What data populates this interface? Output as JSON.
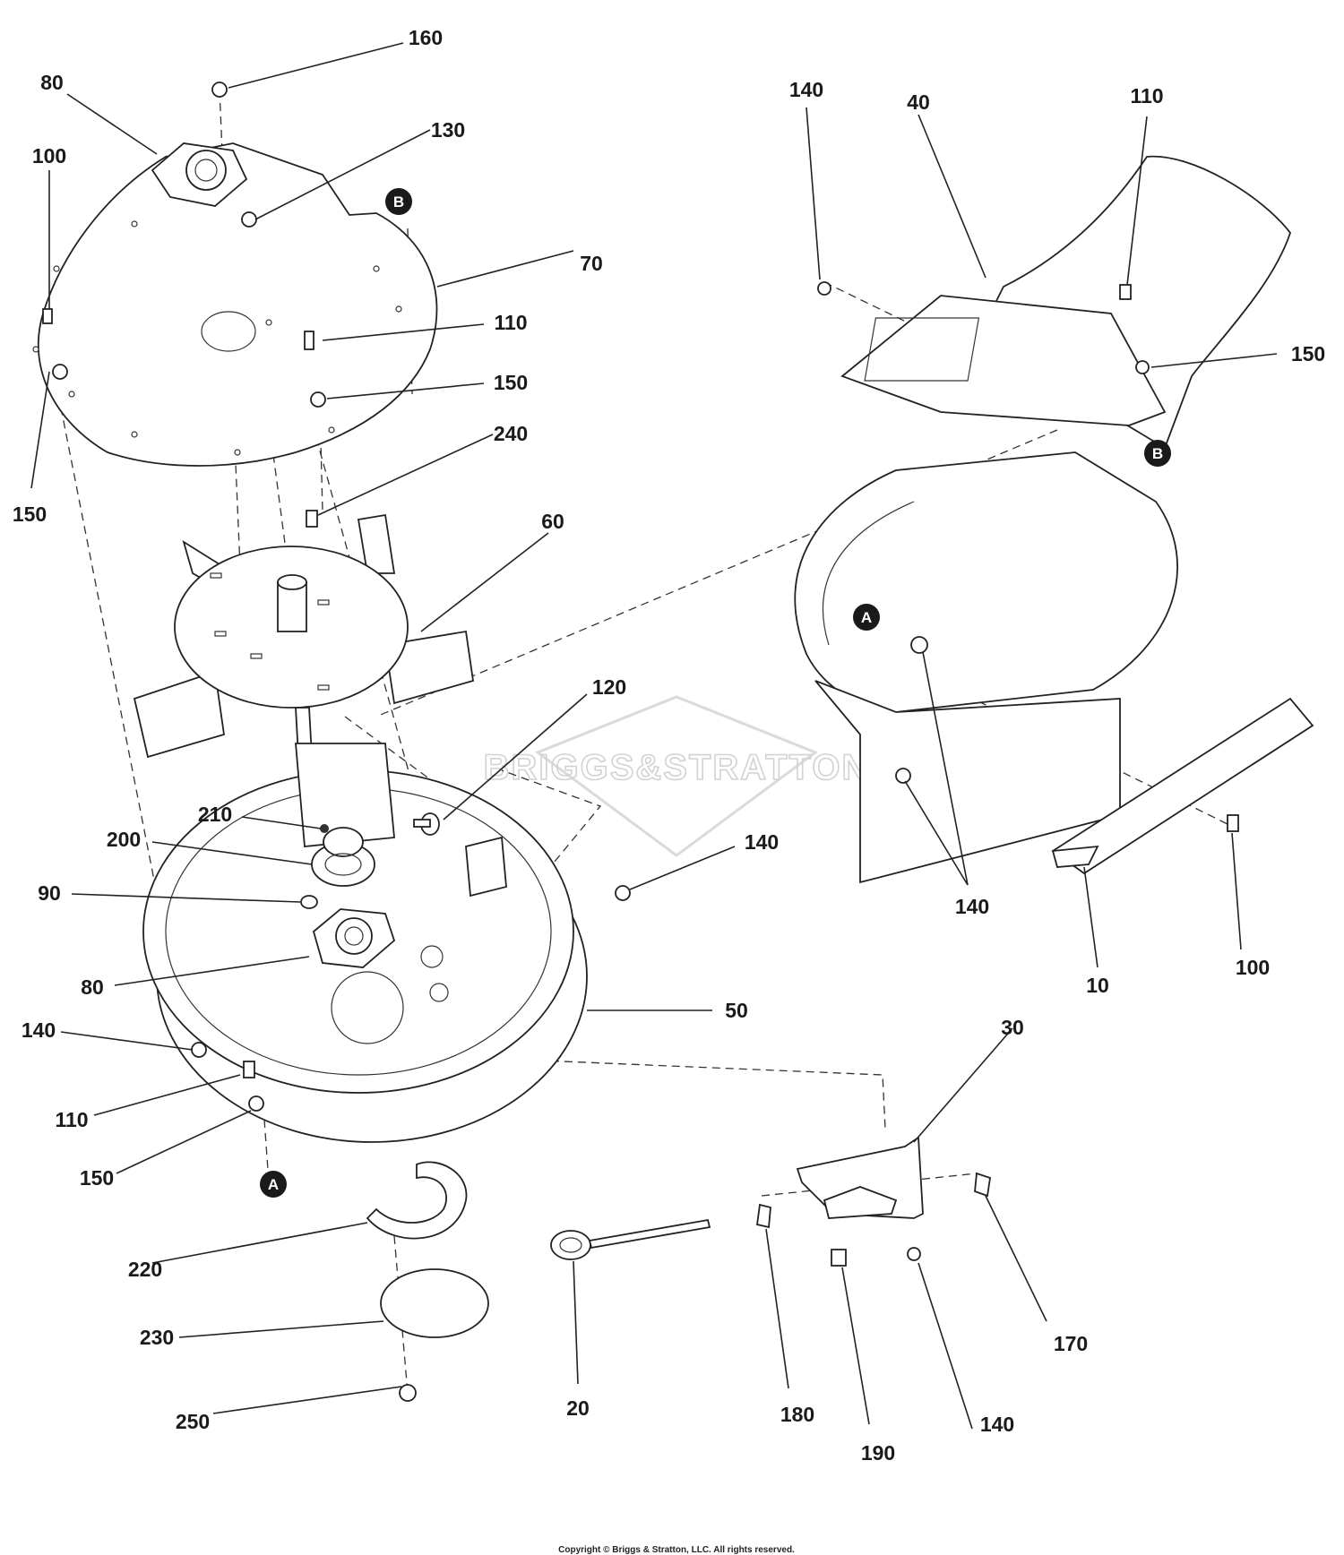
{
  "callouts": [
    {
      "id": "c160",
      "text": "160"
    },
    {
      "id": "c80a",
      "text": "80"
    },
    {
      "id": "c130",
      "text": "130"
    },
    {
      "id": "c100a",
      "text": "100"
    },
    {
      "id": "c70",
      "text": "70"
    },
    {
      "id": "c110a",
      "text": "110"
    },
    {
      "id": "c150a",
      "text": "150"
    },
    {
      "id": "c150b",
      "text": "150"
    },
    {
      "id": "c240",
      "text": "240"
    },
    {
      "id": "c60",
      "text": "60"
    },
    {
      "id": "c120",
      "text": "120"
    },
    {
      "id": "c140a",
      "text": "140"
    },
    {
      "id": "c210",
      "text": "210"
    },
    {
      "id": "c200",
      "text": "200"
    },
    {
      "id": "c90",
      "text": "90"
    },
    {
      "id": "c80b",
      "text": "80"
    },
    {
      "id": "c50",
      "text": "50"
    },
    {
      "id": "c140b",
      "text": "140"
    },
    {
      "id": "c110b",
      "text": "110"
    },
    {
      "id": "c150c",
      "text": "150"
    },
    {
      "id": "c220",
      "text": "220"
    },
    {
      "id": "c230",
      "text": "230"
    },
    {
      "id": "c250",
      "text": "250"
    },
    {
      "id": "c140c",
      "text": "140"
    },
    {
      "id": "c40",
      "text": "40"
    },
    {
      "id": "c110c",
      "text": "110"
    },
    {
      "id": "c150d",
      "text": "150"
    },
    {
      "id": "c140d",
      "text": "140"
    },
    {
      "id": "c10",
      "text": "10"
    },
    {
      "id": "c100b",
      "text": "100"
    },
    {
      "id": "c30",
      "text": "30"
    },
    {
      "id": "c170",
      "text": "170"
    },
    {
      "id": "c20",
      "text": "20"
    },
    {
      "id": "c180",
      "text": "180"
    },
    {
      "id": "c190",
      "text": "190"
    },
    {
      "id": "c140e",
      "text": "140"
    }
  ],
  "markers": {
    "a_bottom": "A",
    "a_chute": "A",
    "b_top": "B",
    "b_chute": "B"
  },
  "watermark": "BRIGGS&STRATTON",
  "copyright": "Copyright © Briggs & Stratton, LLC. All rights reserved."
}
